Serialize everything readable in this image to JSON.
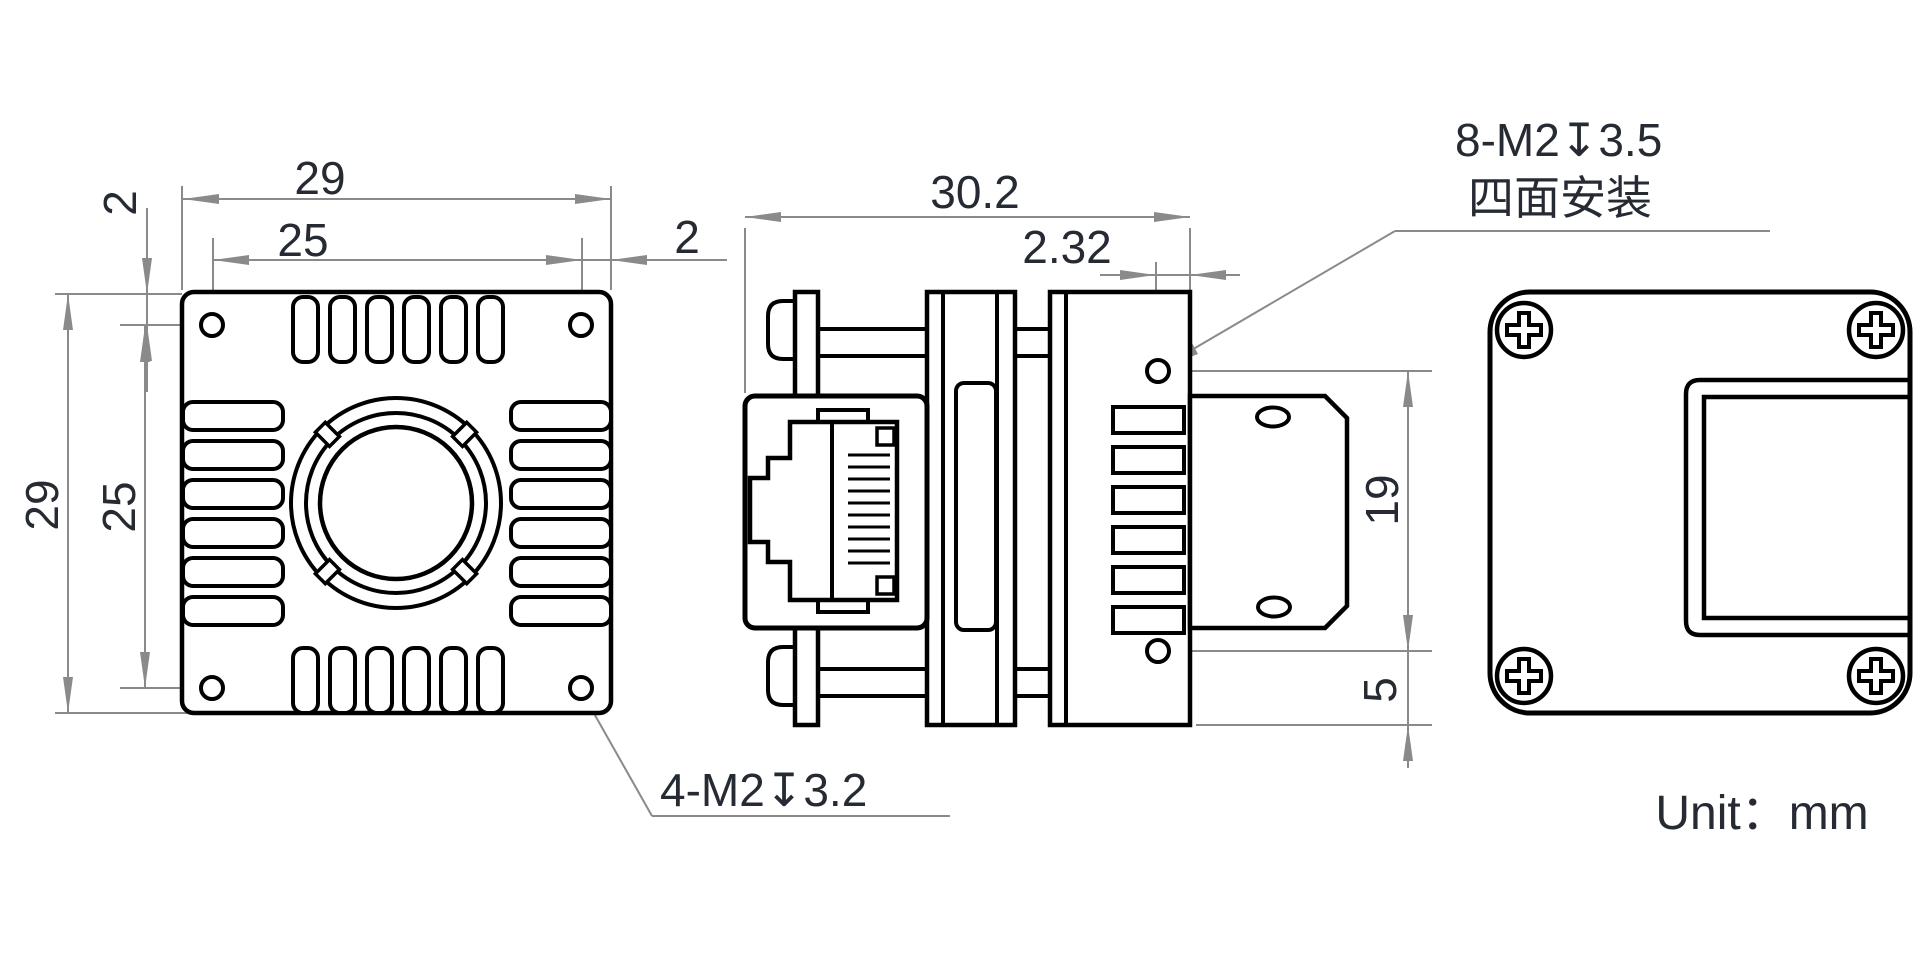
{
  "colors": {
    "drawing_line": "#000000",
    "dimension_line": "#8a8a8a",
    "text": "#262b33"
  },
  "unit_note": "Unit：mm",
  "front_view": {
    "dim_width": "29",
    "dim_hole_span_horizontal": "25",
    "dim_hole_offset_right": "2",
    "dim_height": "29",
    "dim_hole_span_vertical": "25",
    "dim_hole_offset_top": "2",
    "thread_callout": "4-M2↧3.2"
  },
  "side_view": {
    "dim_depth": "30.2",
    "dim_hole_to_back": "2.32",
    "dim_hole_span_vertical": "19",
    "dim_hole_to_bottom": "5",
    "thread_callout_line1": "8-M2↧3.5",
    "thread_callout_line2": "四面安装"
  }
}
